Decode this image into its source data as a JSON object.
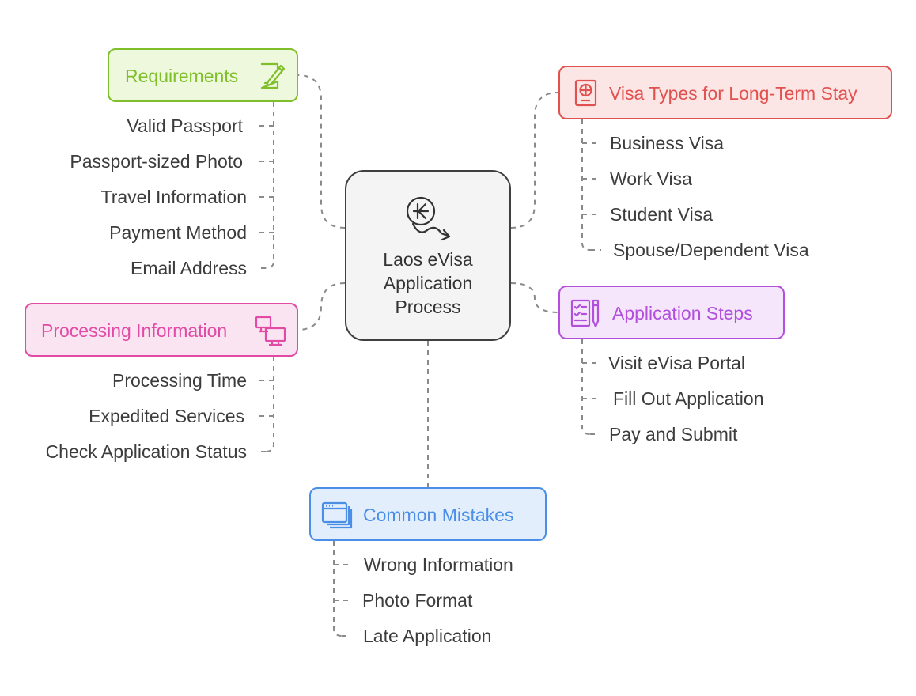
{
  "center": {
    "title": "Laos eVisa\nApplication\nProcess",
    "icon": "kip-currency-icon"
  },
  "requirements": {
    "title": "Requirements",
    "icon": "document-edit-icon",
    "color": "#7fbf2a",
    "fill": "#eef8dc",
    "items": [
      "Valid Passport",
      "Passport-sized Photo",
      "Travel Information",
      "Payment Method",
      "Email Address"
    ]
  },
  "processing": {
    "title": "Processing Information",
    "icon": "computer-monitors-icon",
    "color": "#e14aa5",
    "fill": "#fbe4f1",
    "items": [
      "Processing Time",
      "Expedited Services",
      "Check Application Status"
    ]
  },
  "visa_types": {
    "title": "Visa Types for Long-Term Stay",
    "icon": "passport-icon",
    "color": "#e0514f",
    "fill": "#fce6e5",
    "items": [
      "Business Visa",
      "Work Visa",
      "Student Visa",
      "Spouse/Dependent Visa"
    ]
  },
  "steps": {
    "title": "Application Steps",
    "icon": "checklist-pencil-icon",
    "color": "#b24fdc",
    "fill": "#f5e6fb",
    "items": [
      "Visit eVisa Portal",
      "Fill Out Application",
      "Pay and Submit"
    ]
  },
  "mistakes": {
    "title": "Common Mistakes",
    "icon": "browser-windows-icon",
    "color": "#4a8ee6",
    "fill": "#e3eefc",
    "items": [
      "Wrong Information",
      "Photo Format",
      "Late Application"
    ]
  }
}
